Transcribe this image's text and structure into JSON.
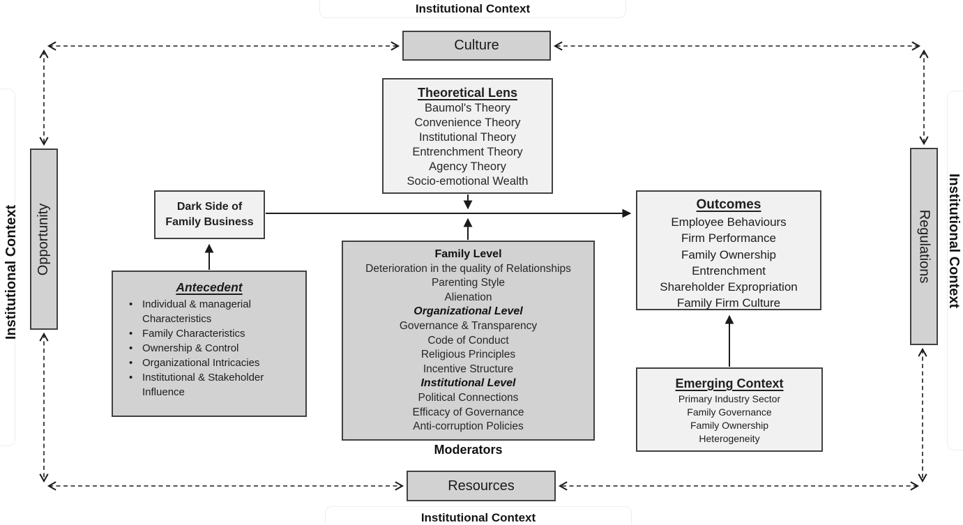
{
  "frame": {
    "top_label": "Institutional Context",
    "bottom_label": "Institutional Context",
    "left_label": "Institutional Context",
    "right_label": "Institutional Context",
    "culture": "Culture",
    "opportunity": "Opportunity",
    "regulations": "Regulations",
    "resources": "Resources"
  },
  "theoretical_lens": {
    "title": "Theoretical Lens",
    "items": [
      "Baumol's Theory",
      "Convenience Theory",
      "Institutional Theory",
      "Entrenchment Theory",
      "Agency Theory",
      "Socio-emotional Wealth"
    ]
  },
  "dark_side": {
    "line1": "Dark Side of",
    "line2": "Family Business"
  },
  "antecedent": {
    "title": "Antecedent",
    "items": [
      "Individual & managerial Characteristics",
      "Family Characteristics",
      "Ownership & Control",
      "Organizational Intricacies",
      "Institutional & Stakeholder Influence"
    ]
  },
  "moderators": {
    "label": "Moderators",
    "rows": [
      {
        "text": "Family Level",
        "style": "head"
      },
      {
        "text": "Deterioration in the quality of Relationships",
        "style": "item"
      },
      {
        "text": "Parenting Style",
        "style": "item"
      },
      {
        "text": "Alienation",
        "style": "item"
      },
      {
        "text": "Organizational Level",
        "style": "head-italic"
      },
      {
        "text": "Governance & Transparency",
        "style": "item"
      },
      {
        "text": "Code of Conduct",
        "style": "item"
      },
      {
        "text": "Religious Principles",
        "style": "item"
      },
      {
        "text": "Incentive Structure",
        "style": "item"
      },
      {
        "text": "Institutional Level",
        "style": "head-italic"
      },
      {
        "text": "Political Connections",
        "style": "item"
      },
      {
        "text": "Efficacy of Governance",
        "style": "item"
      },
      {
        "text": "Anti-corruption Policies",
        "style": "item"
      }
    ]
  },
  "outcomes": {
    "title": "Outcomes",
    "items": [
      "Employee Behaviours",
      "Firm Performance",
      "Family Ownership",
      "Entrenchment",
      "Shareholder Expropriation",
      "Family Firm Culture"
    ]
  },
  "emerging_context": {
    "title": "Emerging Context",
    "items": [
      "Primary Industry Sector",
      "Family Governance",
      "Family Ownership",
      "Heterogeneity"
    ]
  },
  "colors": {
    "box_gray": "#d2d2d2",
    "box_light": "#f1f1f1",
    "box_border": "#404040",
    "line": "#1a1a1a",
    "text": "#1f1f1f"
  }
}
